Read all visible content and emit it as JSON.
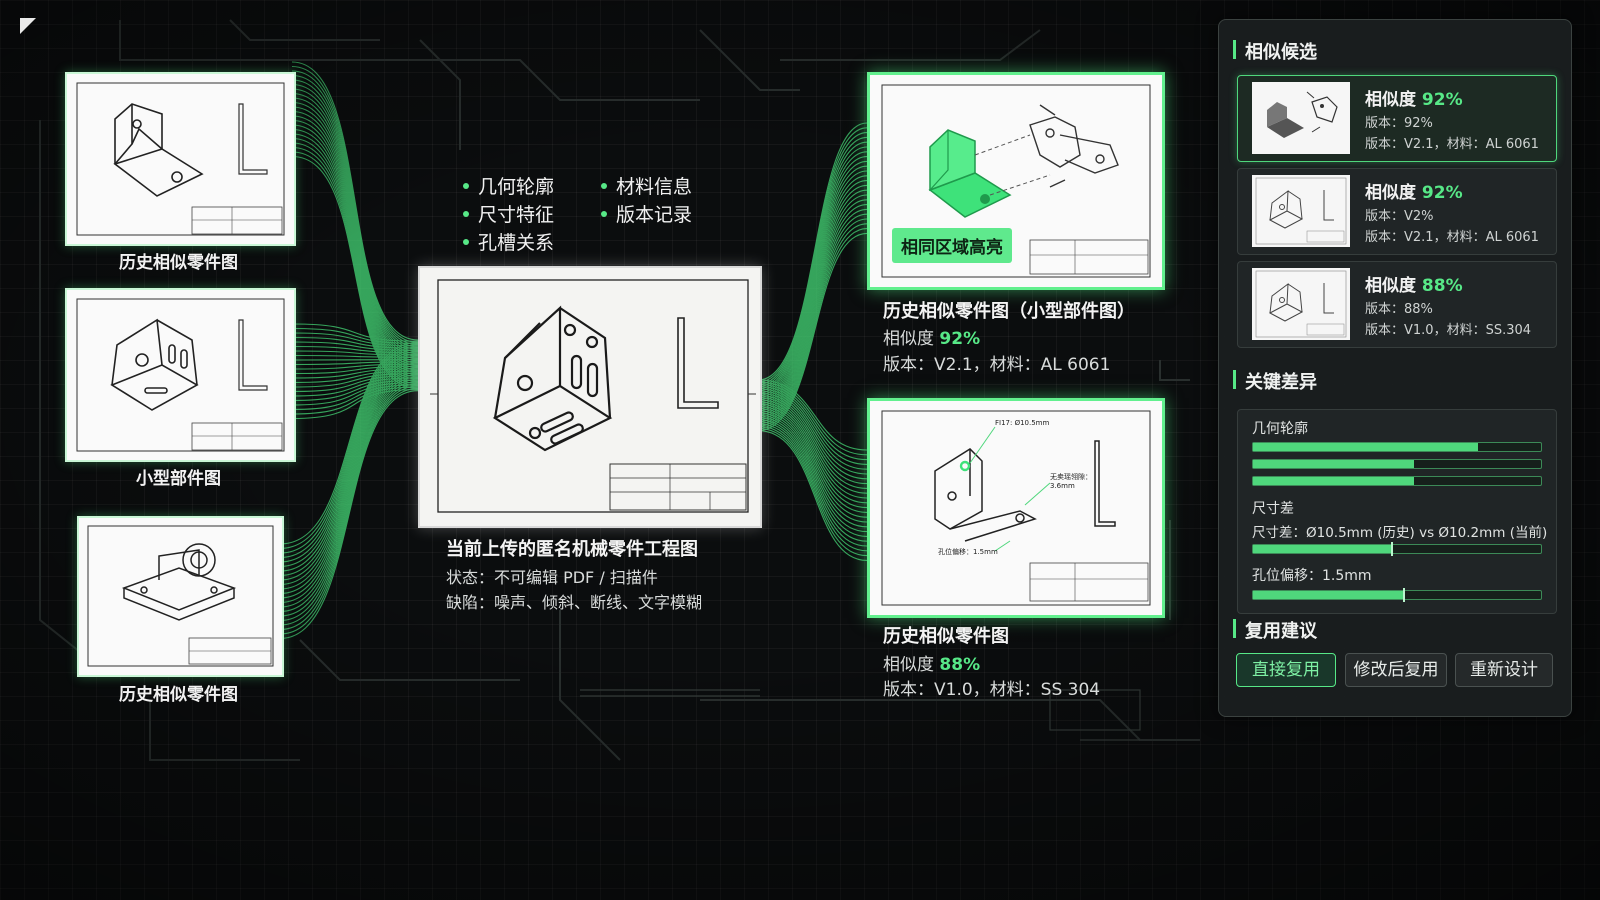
{
  "left_column": {
    "captions": [
      "历史相似零件图",
      "小型部件图",
      "历史相似零件图"
    ]
  },
  "features": [
    "几何轮廓",
    "尺寸特征",
    "孔槽关系",
    "材料信息",
    "版本记录"
  ],
  "center": {
    "title": "当前上传的匿名机械零件工程图",
    "status": "状态：不可编辑 PDF / 扫描件",
    "defects": "缺陷：噪声、倾斜、断线、文字模糊"
  },
  "right_top": {
    "tag": "相同区域高亮",
    "title": "历史相似零件图（小型部件图）",
    "similarity_label": "相似度 ",
    "similarity_value": "92%",
    "version": "版本：V2.1，材料：AL 6061"
  },
  "right_bottom": {
    "title": "历史相似零件图",
    "similarity_label": "相似度 ",
    "similarity_value": "88%",
    "version": "版本：V1.0，材料：SS 304",
    "annotations": [
      "FI17: Ø10.5mm",
      "孔位偏移：1.5mm",
      "无卖瑶翎隙：",
      "3.6mm"
    ]
  },
  "panel": {
    "candidates_title": "相似候选",
    "candidates": [
      {
        "label": "相似度 ",
        "value": "92%",
        "line1": "版本：92%",
        "line2": "版本：V2.1，材料：AL 6061"
      },
      {
        "label": "相似度 ",
        "value": "92%",
        "line1": "版本：V2%",
        "line2": "版本：V2.1，材料：AL 6061"
      },
      {
        "label": "相似度 ",
        "value": "88%",
        "line1": "版本：88%",
        "line2": "版本：V1.0，材料：SS.304"
      }
    ],
    "diff_title": "关键差异",
    "diff": {
      "geometry_label": "几何轮廓",
      "geometry_levels": [
        0.78,
        0.56,
        0.56
      ],
      "size_label": "尺寸差",
      "size_detail": "尺寸差：Ø10.5mm (历史) vs Ø10.2mm (当前)",
      "size_level": 0.48,
      "offset_label": "孔位偏移：1.5mm",
      "offset_level": 0.52
    },
    "reuse_title": "复用建议",
    "buttons": [
      "直接复用",
      "修改后复用",
      "重新设计"
    ]
  },
  "colors": {
    "accent": "#57e887",
    "background": "#0b0d0e",
    "panel": "#1a1e1f"
  }
}
